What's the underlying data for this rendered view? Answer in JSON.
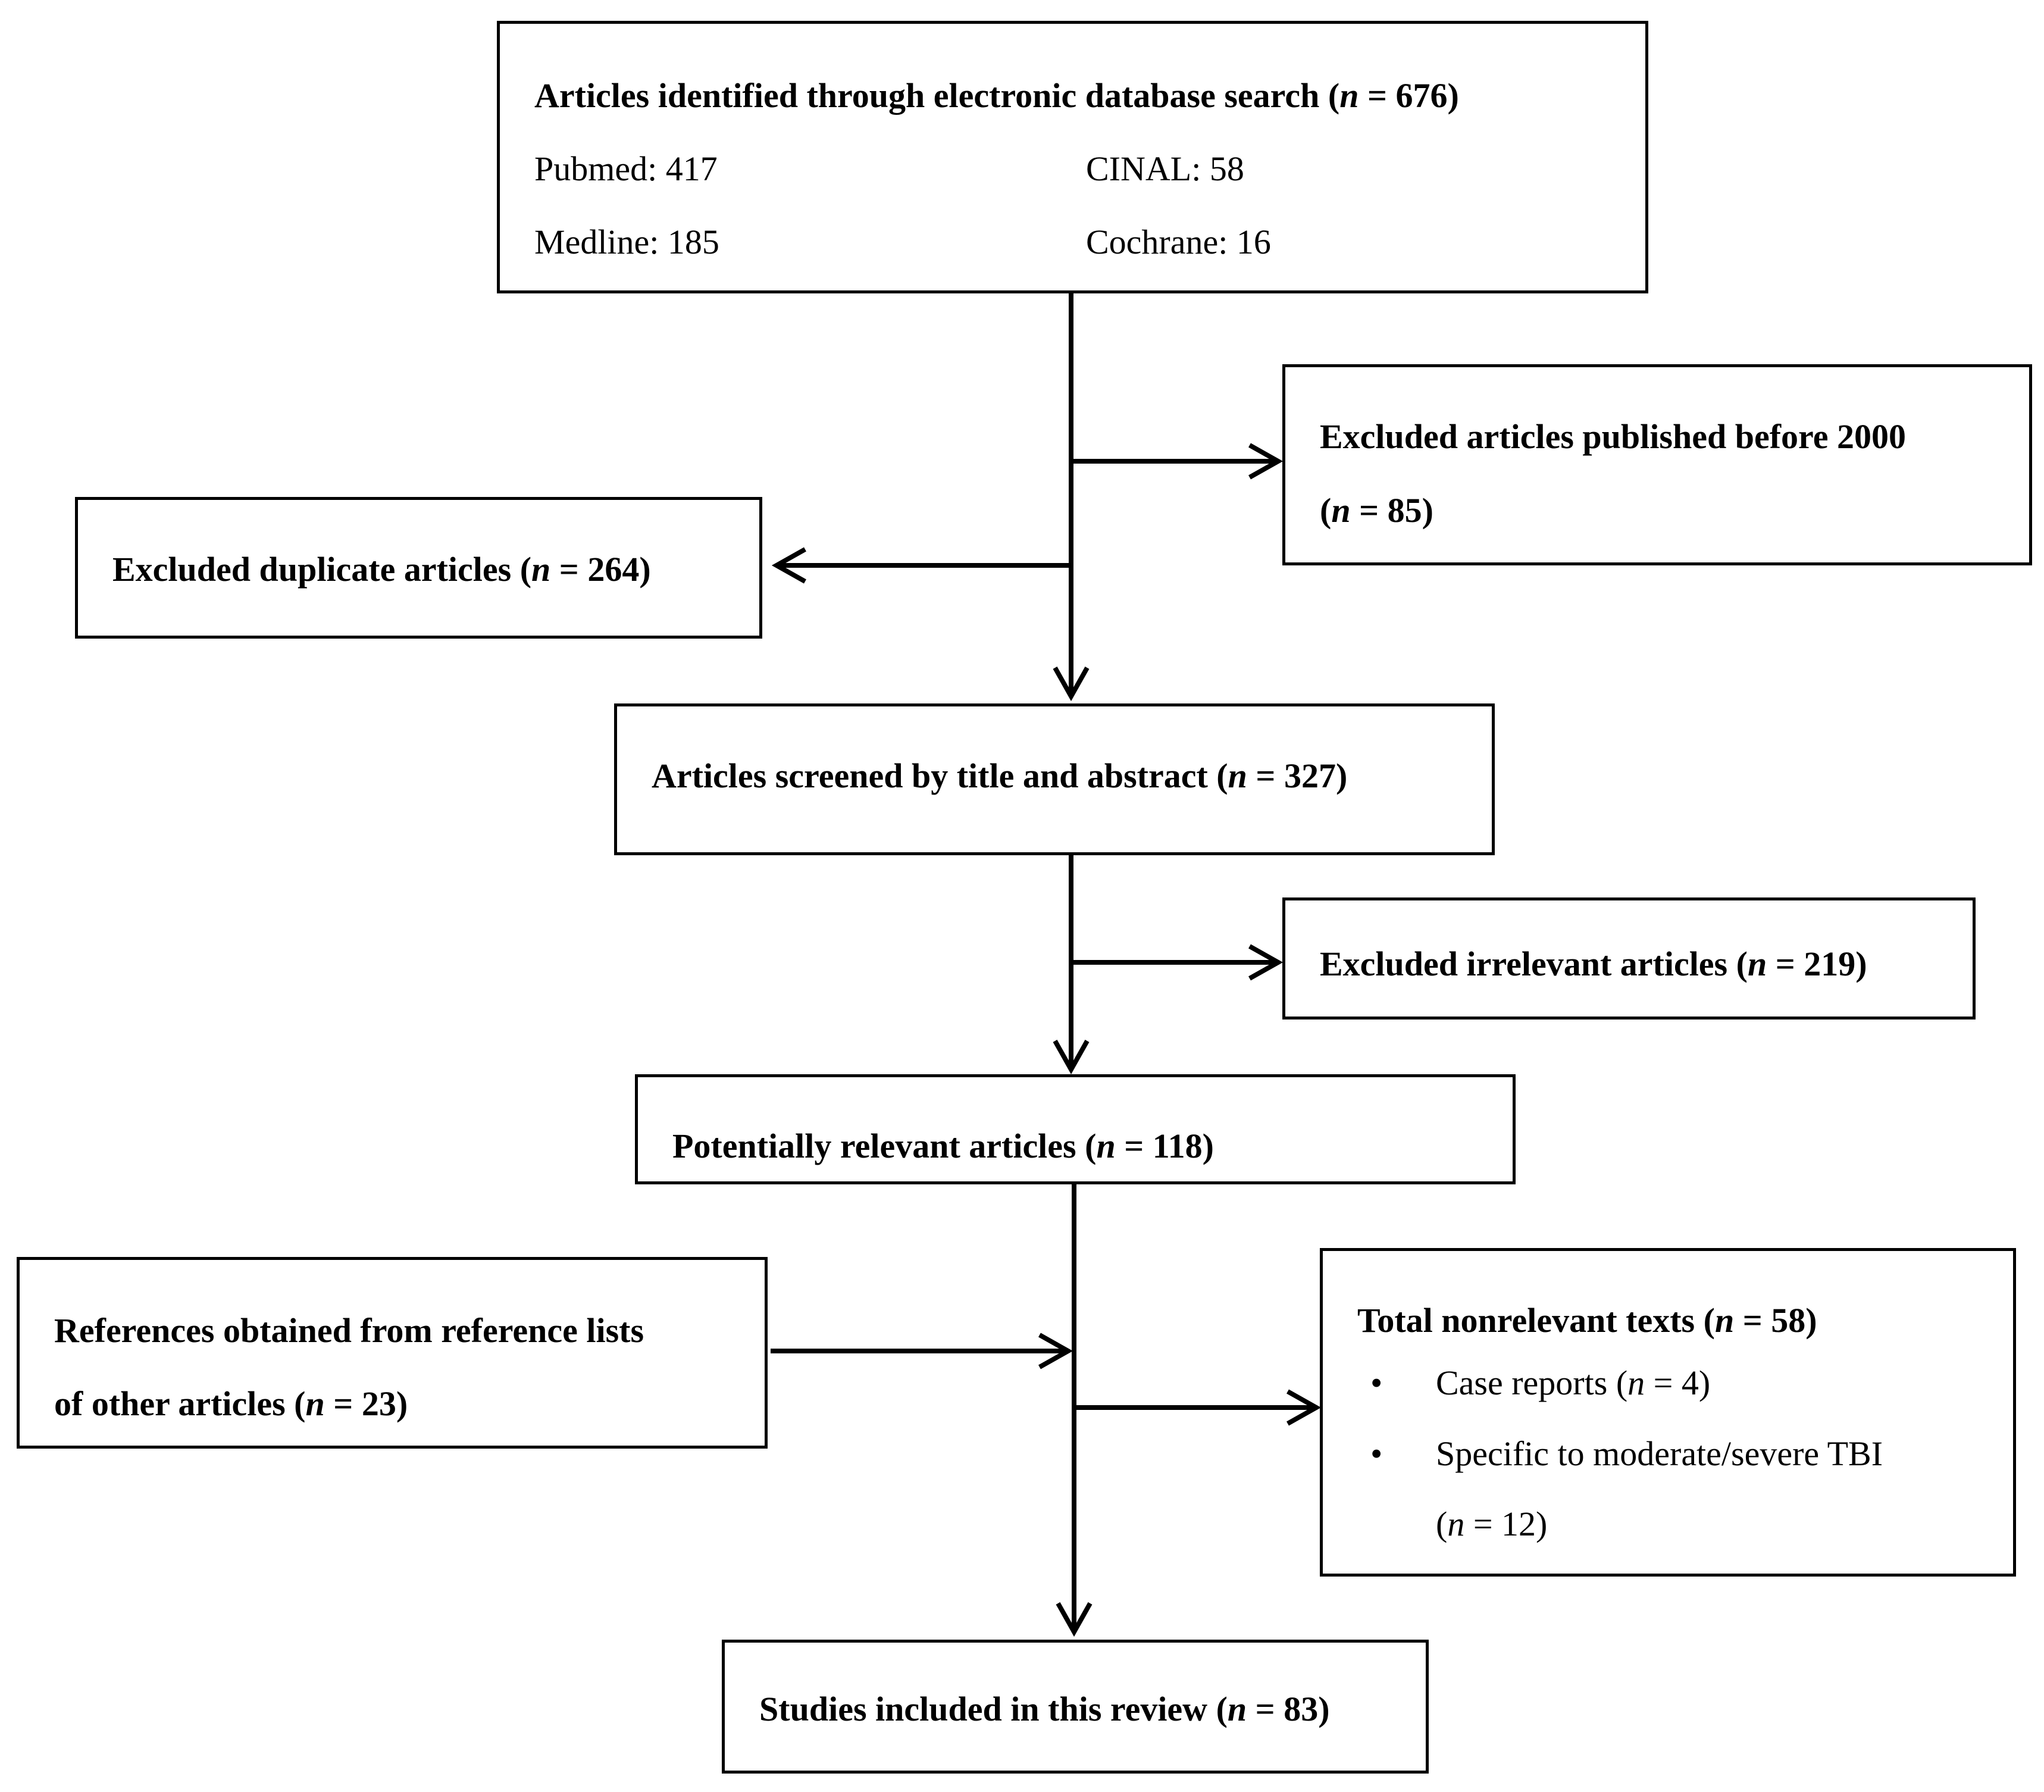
{
  "identified": {
    "title": "Articles identified through electronic database search",
    "n": "676",
    "sources": [
      {
        "name": "Pubmed",
        "count": "417"
      },
      {
        "name": "CINAL",
        "count": "58"
      },
      {
        "name": "Medline",
        "count": "185"
      },
      {
        "name": "Cochrane",
        "count": "16"
      }
    ]
  },
  "excluded_before_2000": {
    "text": "Excluded articles published before 2000",
    "n": "85"
  },
  "excluded_duplicates": {
    "text": "Excluded duplicate articles",
    "n": "264"
  },
  "screened": {
    "text": "Articles screened by title and abstract",
    "n": "327"
  },
  "excluded_irrelevant": {
    "text": "Excluded irrelevant articles",
    "n": "219"
  },
  "potentially_relevant": {
    "text": "Potentially relevant articles",
    "n": "118"
  },
  "references": {
    "line1": "References obtained from reference lists",
    "line2": "of other articles",
    "n": "23"
  },
  "nonrelevant": {
    "title": "Total nonrelevant texts",
    "n": "58",
    "items": [
      {
        "text": "Case reports",
        "n": "4"
      },
      {
        "text": "Specific to moderate/severe TBI",
        "n": "12"
      }
    ]
  },
  "included": {
    "text": "Studies included in this review",
    "n": "83"
  }
}
